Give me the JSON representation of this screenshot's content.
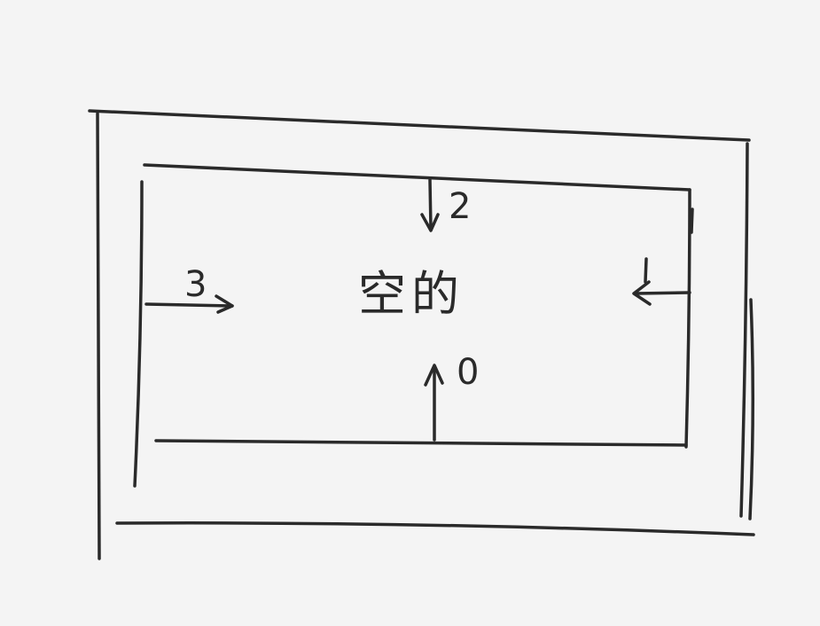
{
  "background_color": "#f4f4f4",
  "stroke_color": "#2a2a2a",
  "center_label": "空的",
  "edge_labels": {
    "top": "2",
    "bottom": "0",
    "left": "3",
    "right": "1"
  }
}
